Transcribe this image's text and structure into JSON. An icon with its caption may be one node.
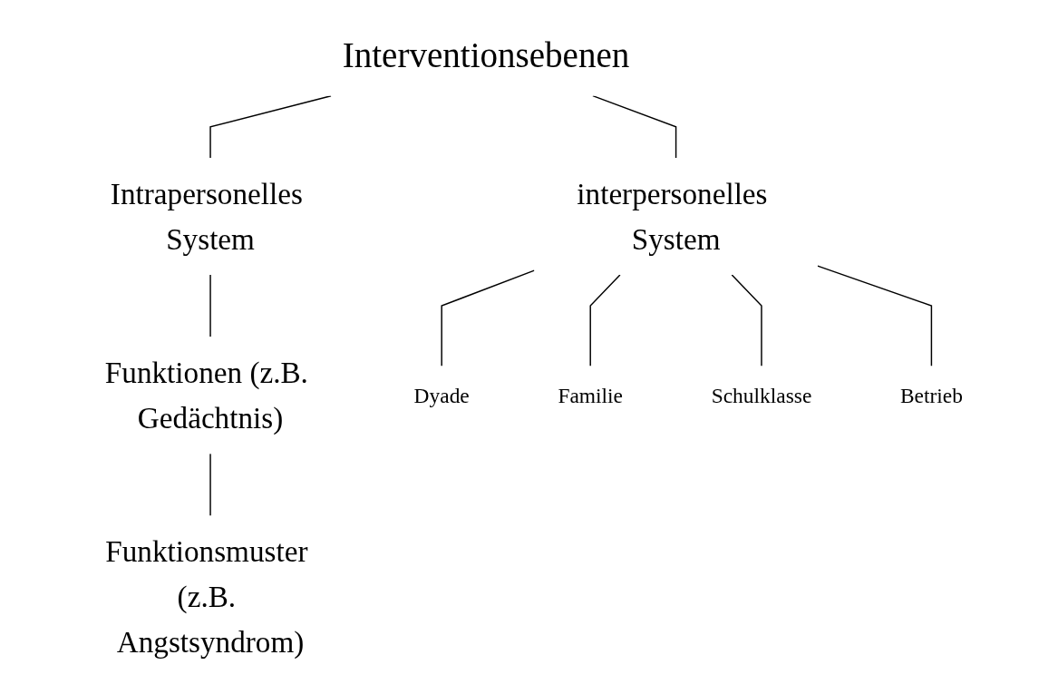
{
  "diagram": {
    "nodes": [
      {
        "text": [
          "Interventionsebenen"
        ]
      },
      {
        "text": [
          "Intrapersonelles System"
        ]
      },
      {
        "text": [
          "interpersonelles System"
        ]
      },
      {
        "text": [
          "Funktionen (z.B. Gedächtnis)"
        ]
      },
      {
        "text": [
          "Funktionsmuster (z.B. Angstsyndrom)"
        ]
      },
      {
        "text": [
          "Dyade"
        ]
      },
      {
        "text": [
          "Familie"
        ]
      },
      {
        "text": [
          "Schulklasse"
        ]
      },
      {
        "text": [
          "Betrieb"
        ]
      }
    ],
    "edges": [
      {
        "from": 0,
        "to": 1,
        "arrow": "none"
      },
      {
        "from": 0,
        "to": 2,
        "arrow": "none"
      },
      {
        "from": 1,
        "to": 3,
        "arrow": "none"
      },
      {
        "from": 3,
        "to": 4,
        "arrow": "none"
      },
      {
        "from": 2,
        "to": 5,
        "arrow": "none"
      },
      {
        "from": 2,
        "to": 6,
        "arrow": "none"
      },
      {
        "from": 2,
        "to": 7,
        "arrow": "none"
      },
      {
        "from": 2,
        "to": 8,
        "arrow": "none"
      }
    ]
  }
}
